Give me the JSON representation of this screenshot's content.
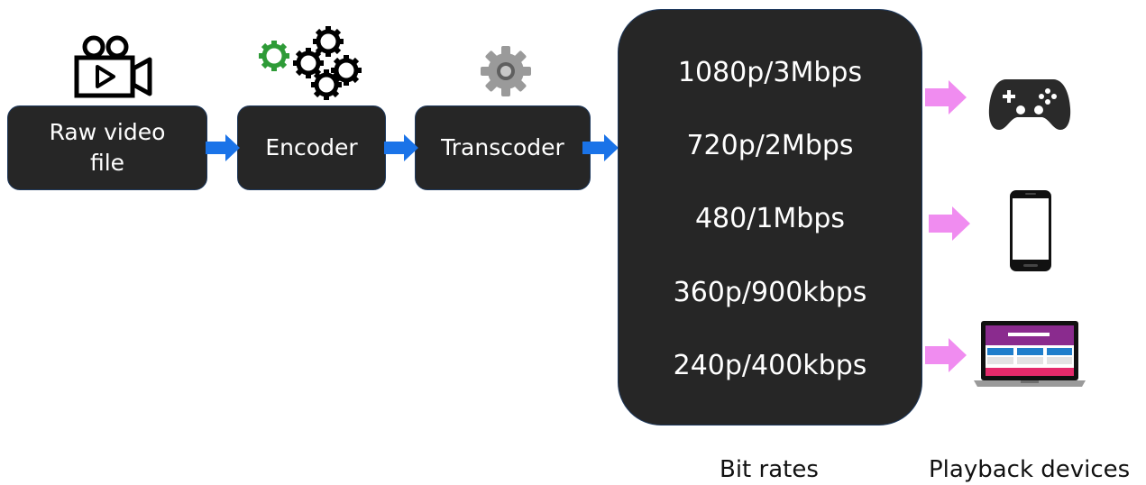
{
  "pipeline": {
    "raw_label": "Raw video\nfile",
    "encoder_label": "Encoder",
    "transcoder_label": "Transcoder"
  },
  "bit_rates": {
    "items": [
      "1080p/3Mbps",
      "720p/2Mbps",
      "480/1Mbps",
      "360p/900kbps",
      "240p/400kbps"
    ],
    "caption": "Bit rates"
  },
  "devices": {
    "caption": "Playback devices",
    "icons": [
      "game-controller-icon",
      "smartphone-icon",
      "laptop-icon"
    ]
  },
  "colors": {
    "box_fill": "#262626",
    "flow_arrow": "#1a73e8",
    "device_arrow": "#f08cf0",
    "green_gear": "#2e9b37",
    "gray_gear": "#9a9a9a"
  }
}
